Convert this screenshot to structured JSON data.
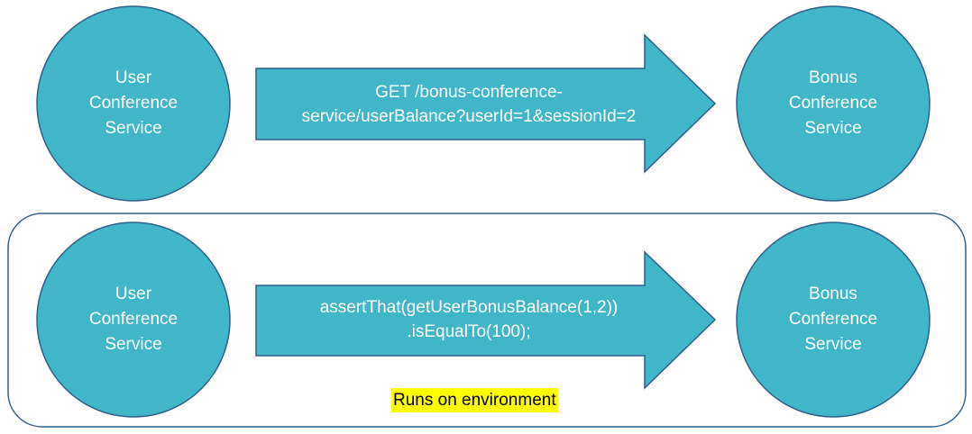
{
  "colors": {
    "shape_fill": "#41b6c8",
    "shape_stroke": "#2f5f8a",
    "frame_stroke": "#2f5f8a",
    "text": "#ffffff",
    "note_highlight": "#ffff00",
    "note_text": "#000000"
  },
  "top_row": {
    "left_service": "User\nConference\nService",
    "request": "GET /bonus-conference-\nservice/userBalance?userId=1&sessionId=2",
    "right_service": "Bonus\nConference\nService"
  },
  "bottom_row": {
    "left_service": "User\nConference\nService",
    "assertion": "assertThat(getUserBonusBalance(1,2))\n.isEqualTo(100);",
    "right_service": "Bonus\nConference\nService",
    "note": "Runs on environment"
  }
}
